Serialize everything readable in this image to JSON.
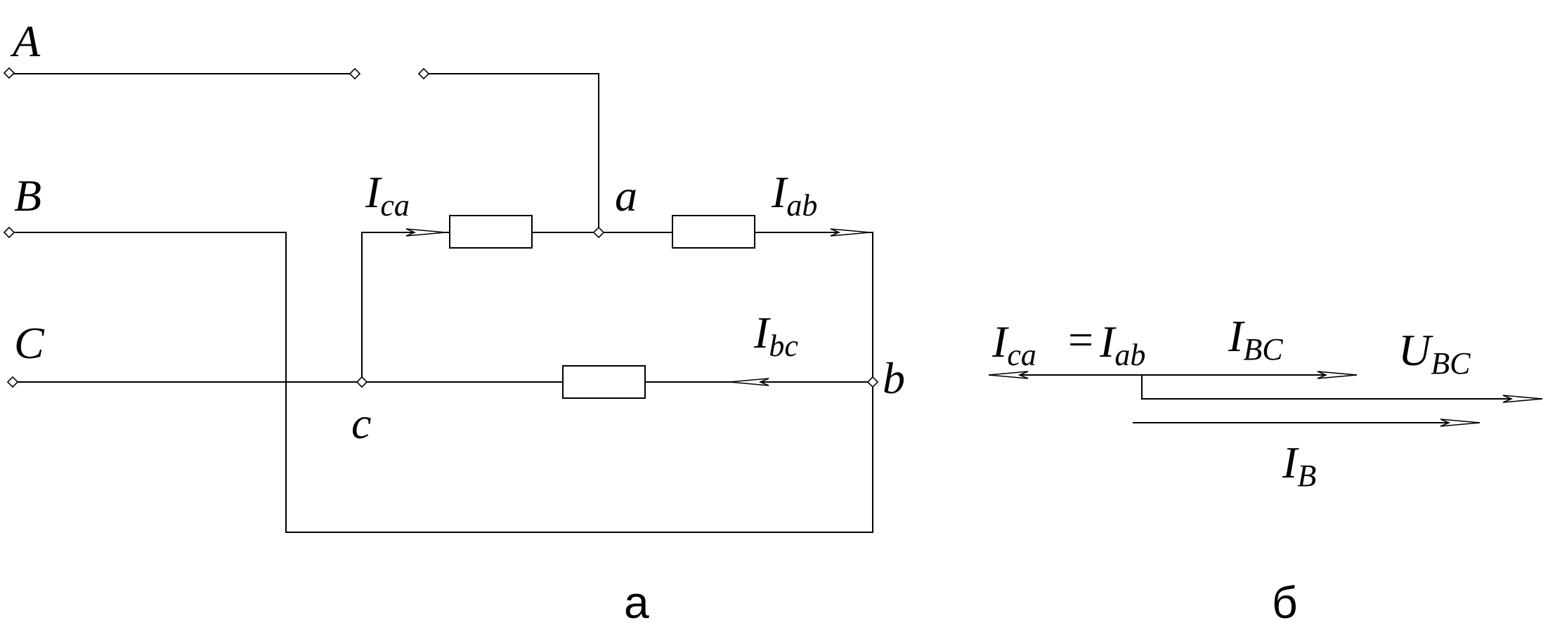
{
  "terminals": {
    "A": "A",
    "B": "B",
    "C": "C"
  },
  "nodes": {
    "a": "a",
    "b": "b",
    "c": "c"
  },
  "currents": {
    "ica": {
      "main": "I",
      "sub": "ca"
    },
    "iab": {
      "main": "I",
      "sub": "ab"
    },
    "ibc": {
      "main": "I",
      "sub": "bc"
    }
  },
  "phasor": {
    "ica": {
      "main": "I",
      "sub": "ca"
    },
    "equals": "=",
    "iab": {
      "main": "I",
      "sub": "ab"
    },
    "ibc_line": {
      "main": "I",
      "sub": "BC"
    },
    "ubc": {
      "main": "U",
      "sub": "BC"
    },
    "ib": {
      "main": "I",
      "sub": "B"
    }
  },
  "captions": {
    "left": "а",
    "right": "б"
  }
}
